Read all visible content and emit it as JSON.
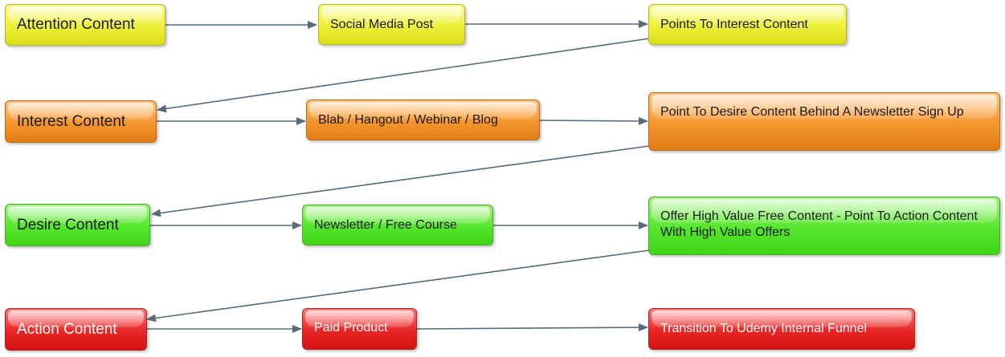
{
  "colors": {
    "attention": "#eef03a",
    "interest": "#f5962e",
    "desire": "#55e62c",
    "action": "#e82626",
    "connector": "#566a7a"
  },
  "rows": {
    "attention": {
      "stage": "Attention Content",
      "medium": "Social Media Post",
      "goal": "Points To Interest Content"
    },
    "interest": {
      "stage": "Interest Content",
      "medium": "Blab / Hangout / Webinar / Blog",
      "goal": "Point To Desire Content Behind A Newsletter Sign Up"
    },
    "desire": {
      "stage": "Desire Content",
      "medium": "Newsletter / Free Course",
      "goal": "Offer High Value Free Content - Point To Action Content With High Value Offers"
    },
    "action": {
      "stage": "Action Content",
      "medium": "Paid Product",
      "goal": "Transition To Udemy Internal Funnel"
    }
  }
}
